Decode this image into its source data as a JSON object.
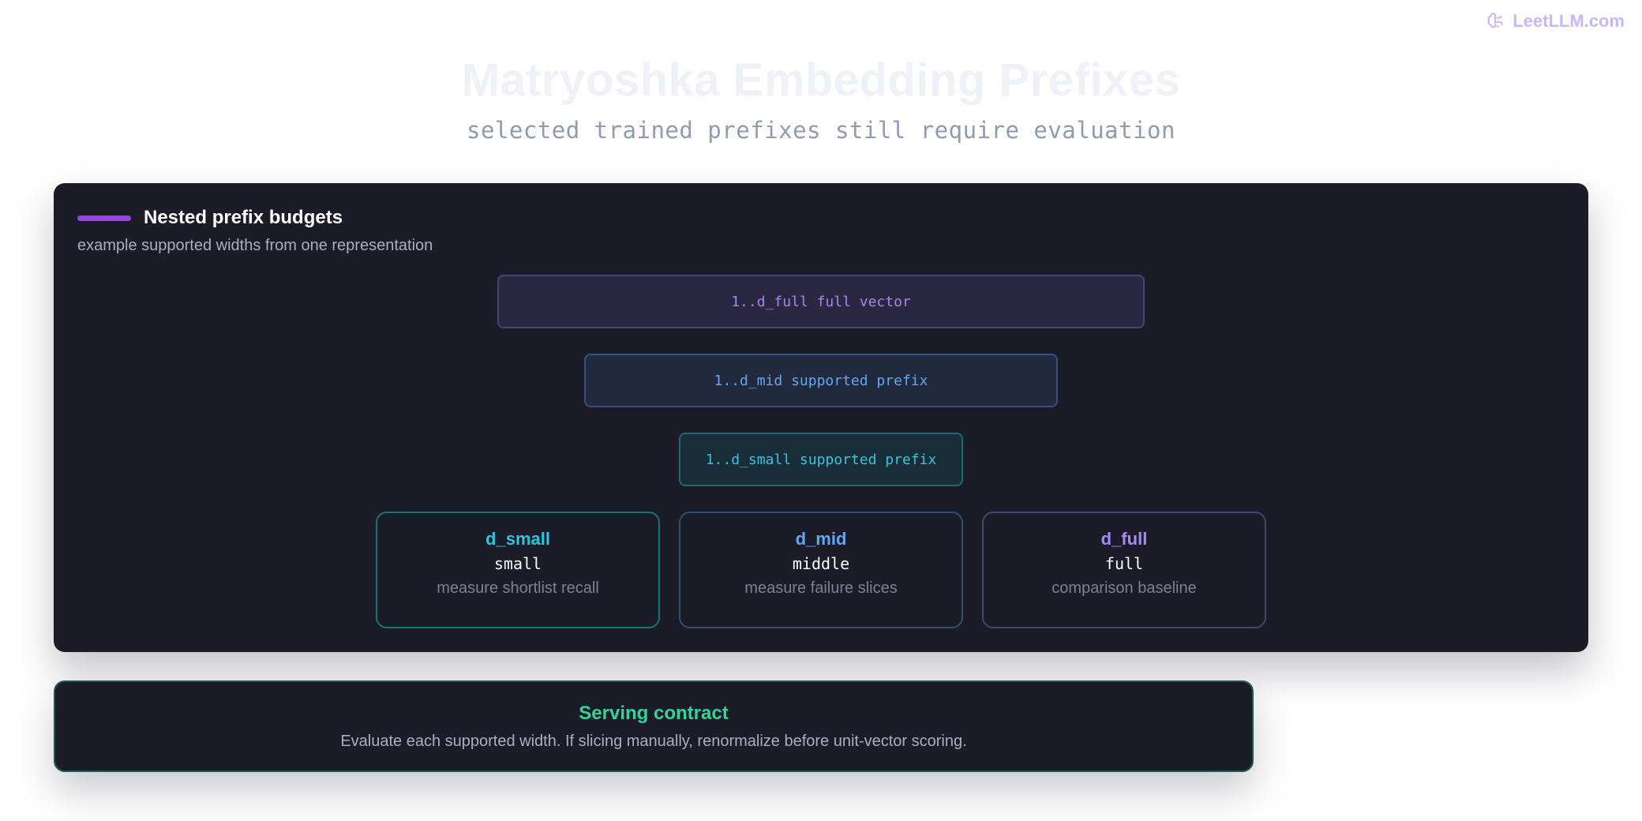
{
  "brand": {
    "name": "LeetLLM.com",
    "icon": "brain-icon",
    "color": "#c9b6f5"
  },
  "header": {
    "title": "Matryoshka Embedding Prefixes",
    "subtitle": "selected trained prefixes still require evaluation"
  },
  "panel": {
    "title": "Nested prefix budgets",
    "subtitle": "example supported widths from one representation",
    "accent_color": "#9a45ea",
    "bars": [
      {
        "label": "1..d_full full vector",
        "color": "#a885ee"
      },
      {
        "label": "1..d_mid supported prefix",
        "color": "#62a7f4"
      },
      {
        "label": "1..d_small supported prefix",
        "color": "#35c4dd"
      }
    ],
    "cards": [
      {
        "name": "d_small",
        "size": "small",
        "desc": "measure shortlist recall",
        "color": "#2ec5e0"
      },
      {
        "name": "d_mid",
        "size": "middle",
        "desc": "measure failure slices",
        "color": "#5fa8f6"
      },
      {
        "name": "d_full",
        "size": "full",
        "desc": "comparison baseline",
        "color": "#a78bfa"
      }
    ]
  },
  "contract": {
    "title": "Serving contract",
    "body": "Evaluate each supported width. If slicing manually, renormalize before unit-vector scoring.",
    "color": "#34d399"
  }
}
